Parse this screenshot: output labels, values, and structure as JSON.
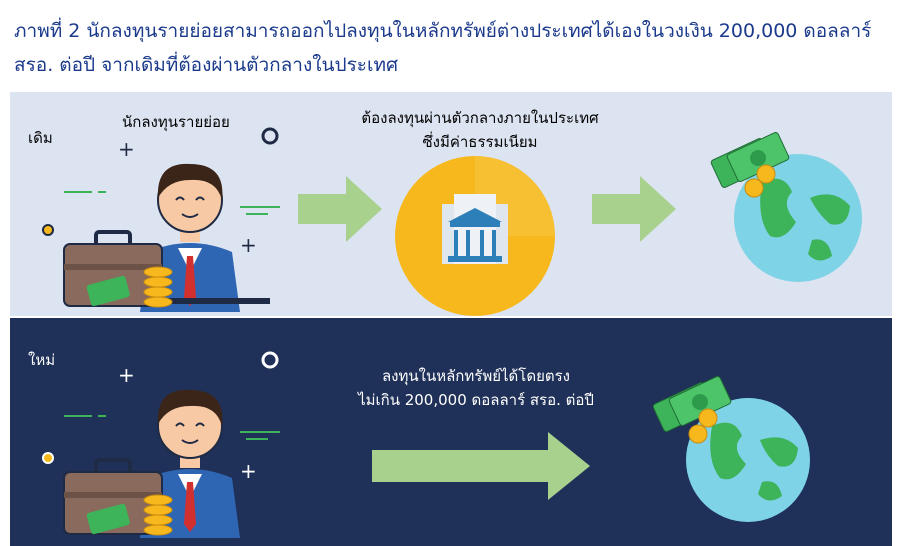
{
  "title": "ภาพที่ 2 นักลงทุนรายย่อยสามารถออกไปลงทุนในหลักทรัพย์ต่างประเทศได้เองในวงเงิน 200,000 ดอลลาร์ สรอ. ต่อปี จากเดิมที่ต้องผ่านตัวกลางในประเทศ",
  "old": {
    "tag": "เดิม",
    "investor_label": "นักลงทุนรายย่อย",
    "intermediary_line1": "ต้องลงทุนผ่านตัวกลางภายในประเทศ",
    "intermediary_line2": "ซึ่งมีค่าธรรมเนียม"
  },
  "new": {
    "tag": "ใหม่",
    "direct_line1": "ลงทุนในหลักทรัพย์ได้โดยตรง",
    "direct_line2": "ไม่เกิน 200,000 ดอลลาร์ สรอ. ต่อปี"
  },
  "colors": {
    "title": "#1b3a8c",
    "top_panel": "#dde4f1",
    "bottom_panel": "#1f3158",
    "arrow_top": "#a9d18e",
    "arrow_bottom": "#a9d18e",
    "bank_circle": "#f6b81c",
    "globe": "#7fd3e6",
    "land": "#3db35a"
  },
  "icons": [
    "investor-icon",
    "briefcase-icon",
    "coins-icon",
    "bank-icon",
    "globe-icon",
    "money-icon",
    "arrow-right-icon"
  ]
}
